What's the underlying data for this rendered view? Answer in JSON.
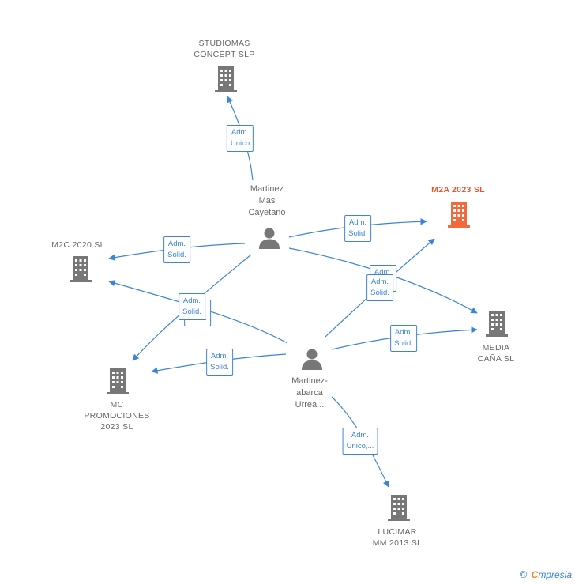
{
  "colors": {
    "edge": "#3c85d6",
    "node_gray": "#777777",
    "highlight": "#f26a3c"
  },
  "nodes": [
    {
      "id": "studiomas",
      "kind": "company",
      "label": "STUDIOMAS\nCONCEPT  SLP"
    },
    {
      "id": "m2a",
      "kind": "company-highlight",
      "label": "M2A 2023  SL"
    },
    {
      "id": "m2c",
      "kind": "company",
      "label": "M2C 2020  SL"
    },
    {
      "id": "media",
      "kind": "company",
      "label": "MEDIA\nCAÑA SL"
    },
    {
      "id": "mcpromo",
      "kind": "company",
      "label": "MC\nPROMOCIONES\n2023  SL"
    },
    {
      "id": "lucimar",
      "kind": "company",
      "label": "LUCIMAR\nMM 2013  SL"
    },
    {
      "id": "martinez_mas",
      "kind": "person",
      "label": "Martinez\nMas\nCayetano"
    },
    {
      "id": "martinez_abarca",
      "kind": "person",
      "label": "Martinez-\nabarca\nUrrea..."
    }
  ],
  "edges": [
    {
      "id": "e1",
      "label": "Adm.\nUnico"
    },
    {
      "id": "e2",
      "label": "Adm.\nSolid."
    },
    {
      "id": "e3",
      "label": "Adm.\nSolid."
    },
    {
      "id": "e4",
      "label": "Adm.\nSolid."
    },
    {
      "id": "e5",
      "label": "Adm.\nSolid."
    },
    {
      "id": "e6",
      "label": "Adm.\nSolid."
    },
    {
      "id": "e7",
      "label": "Adm.\nSolid."
    },
    {
      "id": "e8",
      "label": "Adm.\nSolid."
    },
    {
      "id": "e9",
      "label": "Adm.\nSolid."
    },
    {
      "id": "e10",
      "label": "Adm.\nUnico,..."
    }
  ],
  "brand": {
    "copyright": "©",
    "initial": "C",
    "rest": "mpresia"
  }
}
